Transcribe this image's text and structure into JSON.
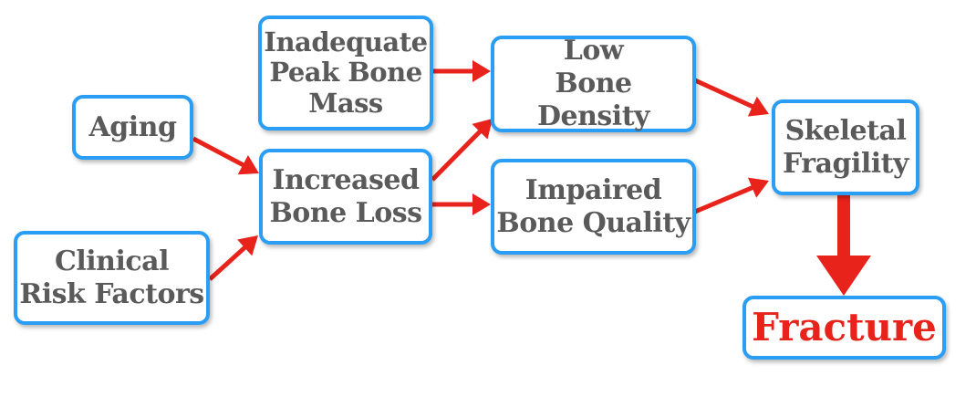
{
  "diagram": {
    "colors": {
      "box_border": "#2a9df4",
      "arrow": "#e8231c",
      "label_text": "#5a5a5a",
      "outcome_text": "#e8231c"
    },
    "nodes": {
      "inadequate_peak_bone_mass": "Inadequate\nPeak Bone\nMass",
      "low_bone_density": "Low\nBone Density",
      "aging": "Aging",
      "increased_bone_loss": "Increased\nBone Loss",
      "impaired_bone_quality": "Impaired\nBone Quality",
      "skeletal_fragility": "Skeletal\nFragility",
      "clinical_risk_factors": "Clinical\nRisk Factors",
      "fracture": "Fracture"
    },
    "edges": [
      {
        "from": "inadequate_peak_bone_mass",
        "to": "low_bone_density"
      },
      {
        "from": "aging",
        "to": "increased_bone_loss"
      },
      {
        "from": "clinical_risk_factors",
        "to": "increased_bone_loss"
      },
      {
        "from": "increased_bone_loss",
        "to": "low_bone_density"
      },
      {
        "from": "increased_bone_loss",
        "to": "impaired_bone_quality"
      },
      {
        "from": "low_bone_density",
        "to": "skeletal_fragility"
      },
      {
        "from": "impaired_bone_quality",
        "to": "skeletal_fragility"
      },
      {
        "from": "skeletal_fragility",
        "to": "fracture"
      }
    ]
  }
}
